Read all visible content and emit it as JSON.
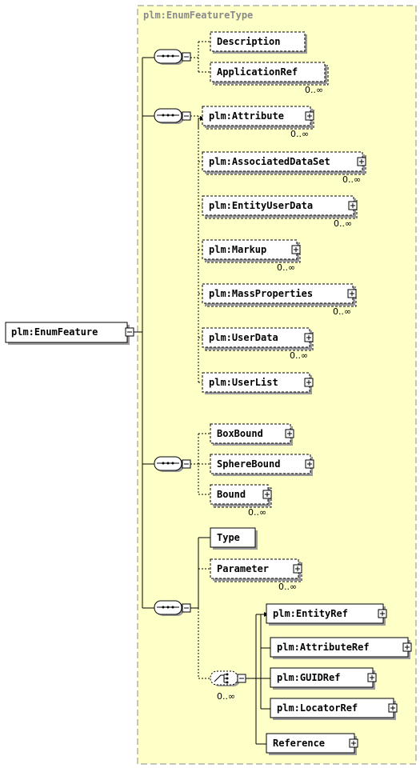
{
  "group_title": "plm:EnumFeatureType",
  "root": {
    "label": "plm:EnumFeature"
  },
  "boxes": {
    "description": "Description",
    "application_ref": "ApplicationRef",
    "attribute": "plm:Attribute",
    "associated_data_set": "plm:AssociatedDataSet",
    "entity_user_data": "plm:EntityUserData",
    "markup": "plm:Markup",
    "mass_properties": "plm:MassProperties",
    "user_data": "plm:UserData",
    "user_list": "plm:UserList",
    "box_bound": "BoxBound",
    "sphere_bound": "SphereBound",
    "bound": "Bound",
    "type": "Type",
    "parameter": "Parameter",
    "entity_ref": "plm:EntityRef",
    "attribute_ref": "plm:AttributeRef",
    "guid_ref": "plm:GUIDRef",
    "locator_ref": "plm:LocatorRef",
    "reference": "Reference"
  },
  "occurrence": {
    "application_ref": "0..∞",
    "attribute": "0..∞",
    "associated_data_set": "0..∞",
    "entity_user_data": "0..∞",
    "markup": "0..∞",
    "mass_properties": "0..∞",
    "user_data": "0..∞",
    "bound": "0..∞",
    "parameter": "0..∞",
    "choice": "0..∞"
  },
  "colors": {
    "group_background": "#ffffc8",
    "box_background": "#ffffff",
    "shadow": "#9a9a9a",
    "border": "#000000",
    "group_border": "#8c8c8c"
  }
}
